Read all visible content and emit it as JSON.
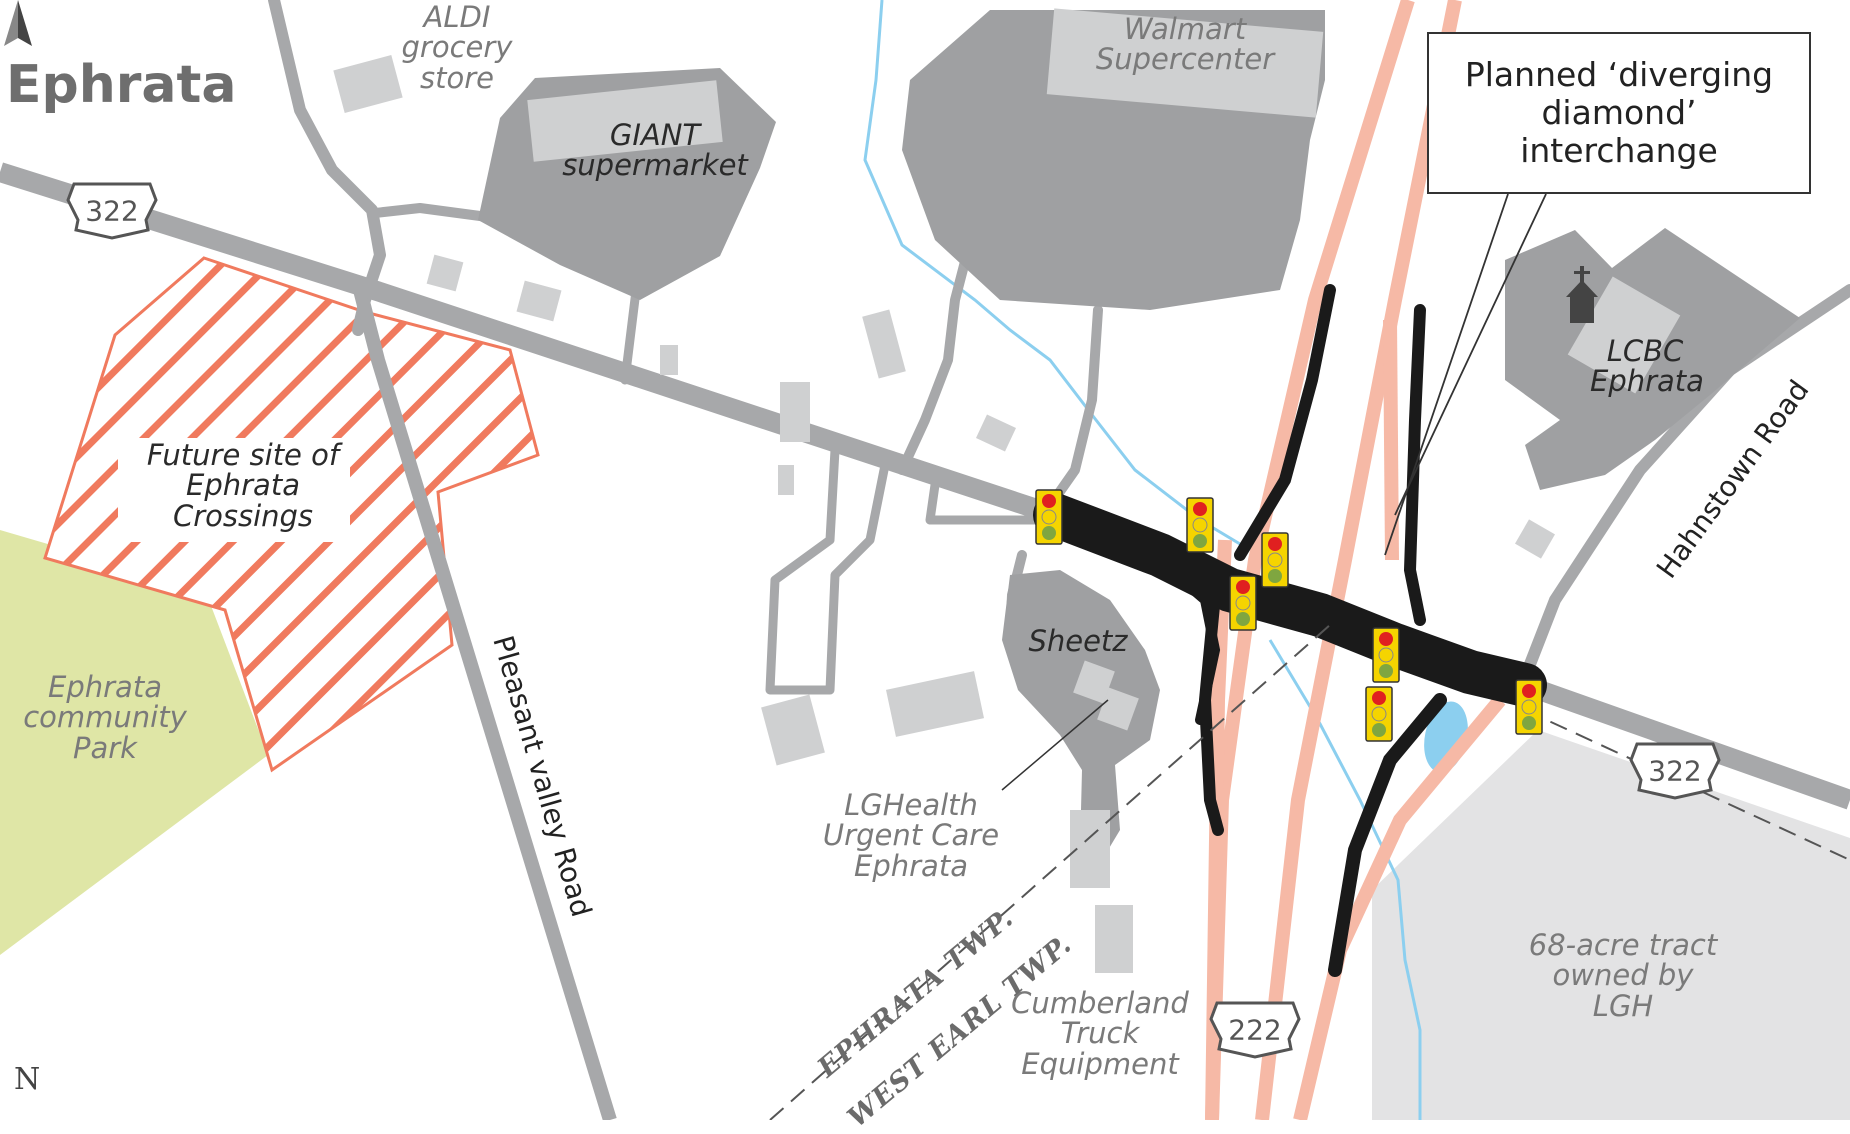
{
  "map": {
    "town_name": "Ephrata",
    "callout": "Planned ‘diverging diamond’ interchange",
    "places": {
      "aldi": "ALDI grocery store",
      "giant": "GIANT supermarket",
      "walmart": "Walmart Supercenter",
      "future_site": "Future site of Ephrata Crossings",
      "park": "Ephrata community Park",
      "sheetz": "Sheetz",
      "lcbc": "LCBC Ephrata",
      "urgent_care": "LGHealth Urgent Care Ephrata",
      "cumberland": "Cumberland Truck Equipment",
      "tract": "68-acre tract owned by LGH"
    },
    "roads": {
      "pleasant_valley": "Pleasant valley Road",
      "hahnstown": "Hahnstown Road"
    },
    "route_shields": {
      "us322_west": "322",
      "us322_east": "322",
      "us222": "222"
    },
    "townships": {
      "north": "EPHRATA TWP.",
      "south": "WEST EARL TWP."
    },
    "north_arrow": "N",
    "colors": {
      "road_gray": "#a7a8aa",
      "building_gray": "#9fa0a2",
      "highway_salmon": "#f6b9a6",
      "ramp_black": "#1a1a1a",
      "hatch_orange": "#f07a5e",
      "park_green": "#dfe6a6",
      "stream_blue": "#8ccfef",
      "tract_gray": "#e3e3e4"
    }
  }
}
